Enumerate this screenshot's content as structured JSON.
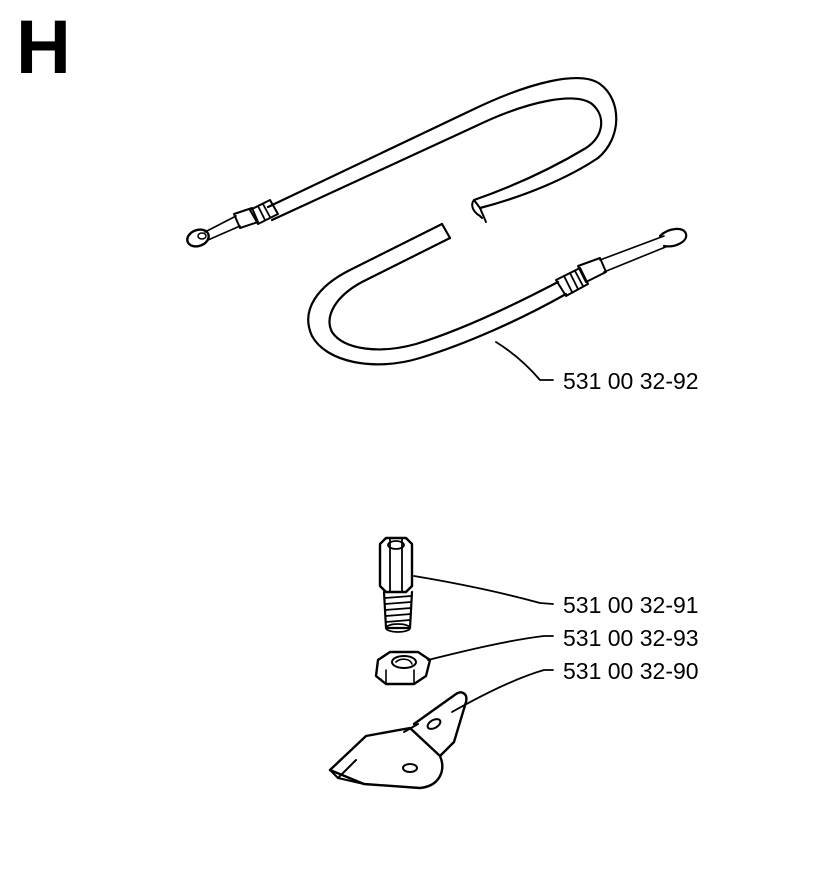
{
  "section": {
    "letter": "H"
  },
  "parts": [
    {
      "id": "cable",
      "number": "531 00 32-92",
      "icon": "throttle-cable-icon"
    },
    {
      "id": "adjuster-screw",
      "number": "531 00 32-91",
      "icon": "adjuster-screw-icon"
    },
    {
      "id": "lock-nut",
      "number": "531 00 32-93",
      "icon": "lock-nut-icon"
    },
    {
      "id": "cable-bracket",
      "number": "531 00 32-90",
      "icon": "cable-bracket-icon"
    }
  ],
  "colors": {
    "ink": "#000000",
    "paper": "#ffffff"
  }
}
